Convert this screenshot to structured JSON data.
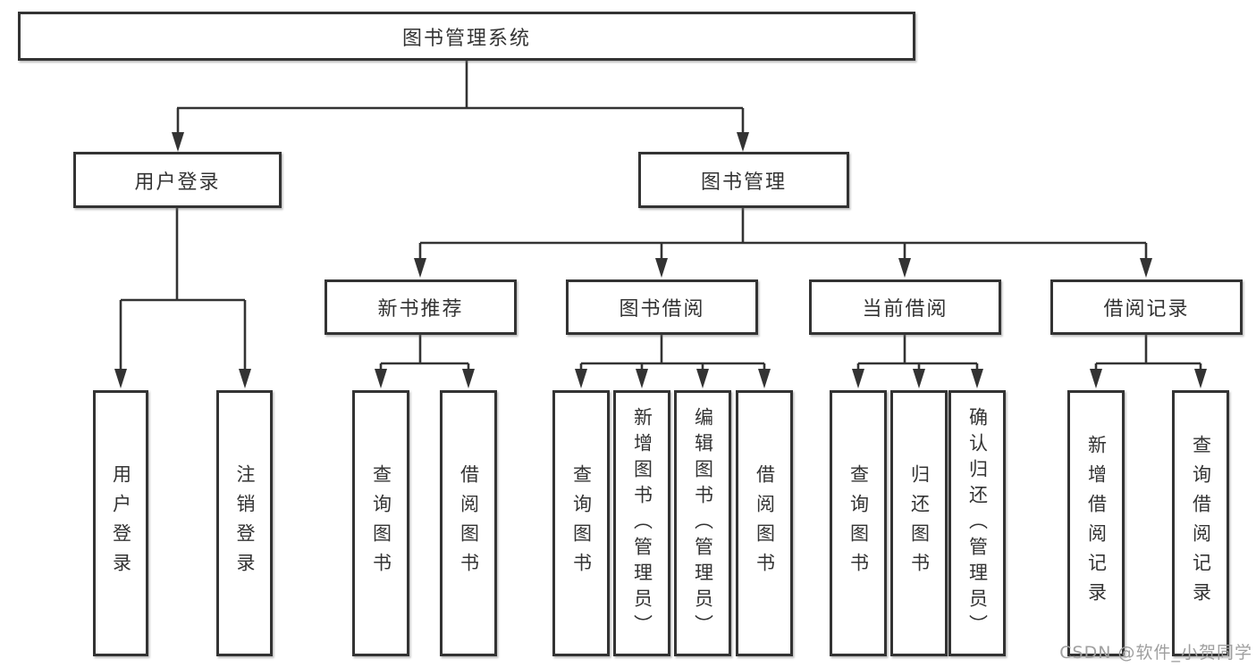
{
  "tree": {
    "root": {
      "label": "图书管理系统"
    },
    "branches": [
      {
        "label": "用户登录",
        "children": [
          {
            "label": "用户登录"
          },
          {
            "label": "注销登录"
          }
        ]
      },
      {
        "label": "图书管理",
        "children": [
          {
            "label": "新书推荐",
            "children": [
              {
                "label": "查询图书"
              },
              {
                "label": "借阅图书"
              }
            ]
          },
          {
            "label": "图书借阅",
            "children": [
              {
                "label": "查询图书"
              },
              {
                "label": "新增图书（管理员）"
              },
              {
                "label": "编辑图书（管理员）"
              },
              {
                "label": "借阅图书"
              }
            ]
          },
          {
            "label": "当前借阅",
            "children": [
              {
                "label": "查询图书"
              },
              {
                "label": "归还图书"
              },
              {
                "label": "确认归还（管理员）"
              }
            ]
          },
          {
            "label": "借阅记录",
            "children": [
              {
                "label": "新增借阅记录"
              },
              {
                "label": "查询借阅记录"
              }
            ]
          }
        ]
      }
    ]
  },
  "watermark": {
    "text": "CSDN @软件_小贺同学"
  },
  "colors": {
    "line": "#333333",
    "box_border": "#333333",
    "box_background": "#ffffff",
    "text": "#333333",
    "watermark": "#9f9f9f",
    "canvas": "#ffffff"
  }
}
